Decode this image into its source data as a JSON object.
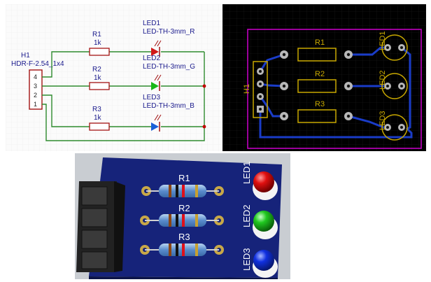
{
  "schematic": {
    "header": {
      "ref": "H1",
      "part": "HDR-F-2.54_1x4",
      "pins": [
        "4",
        "3",
        "2",
        "1"
      ]
    },
    "resistors": [
      {
        "ref": "R1",
        "value": "1k"
      },
      {
        "ref": "R2",
        "value": "1k"
      },
      {
        "ref": "R3",
        "value": "1k"
      }
    ],
    "leds": [
      {
        "ref": "LED1",
        "part": "LED-TH-3mm_R",
        "color": "#d01818"
      },
      {
        "ref": "LED2",
        "part": "LED-TH-3mm_G",
        "color": "#18b818"
      },
      {
        "ref": "LED3",
        "part": "LED-TH-3mm_B",
        "color": "#1860d8"
      }
    ],
    "wire_color": "#2e8b2e",
    "part_color": "#a31212",
    "label_color": "#1a1a8c"
  },
  "pcb": {
    "header_ref": "H1",
    "resistor_refs": [
      "R1",
      "R2",
      "R3"
    ],
    "led_refs": [
      "LED1",
      "LED2",
      "LED3"
    ],
    "silk_color": "#c8a800",
    "outline_color": "#c000c0",
    "trace_color": "#1a3cc8"
  },
  "board3d": {
    "resistor_refs": [
      "R1",
      "R2",
      "R3"
    ],
    "led_refs": [
      "LED1",
      "LED2",
      "LED3"
    ],
    "board_color": "#16237a",
    "led_colors": [
      "#e01010",
      "#20c820",
      "#1030e0"
    ]
  }
}
